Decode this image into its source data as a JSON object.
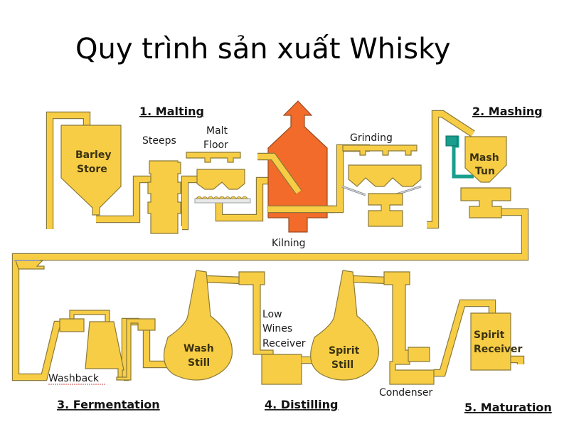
{
  "title": "Quy trình sản xuất Whisky",
  "colors": {
    "vessel": "#f7cd45",
    "outline": "#8a7a3a",
    "kiln": "#f26b2a",
    "valve": "#1a9e8e",
    "grate": "#b0b4b8",
    "background": "#ffffff"
  },
  "stages": {
    "malting": "1. Malting",
    "mashing": "2. Mashing",
    "fermentation": "3. Fermentation",
    "distilling": "4. Distilling",
    "maturation": "5. Maturation"
  },
  "labels": {
    "barley_store_1": "Barley",
    "barley_store_2": "Store",
    "steeps": "Steeps",
    "malt_floor_1": "Malt",
    "malt_floor_2": "Floor",
    "kilning": "Kilning",
    "grinding": "Grinding",
    "mash_tun_1": "Mash",
    "mash_tun_2": "Tun",
    "washback": "Washback",
    "wash_still_1": "Wash",
    "wash_still_2": "Still",
    "low_wines_1": "Low",
    "low_wines_2": "Wines",
    "low_wines_3": "Receiver",
    "spirit_still_1": "Spirit",
    "spirit_still_2": "Still",
    "condenser": "Condenser",
    "spirit_receiver_1": "Spirit",
    "spirit_receiver_2": "Receiver"
  }
}
